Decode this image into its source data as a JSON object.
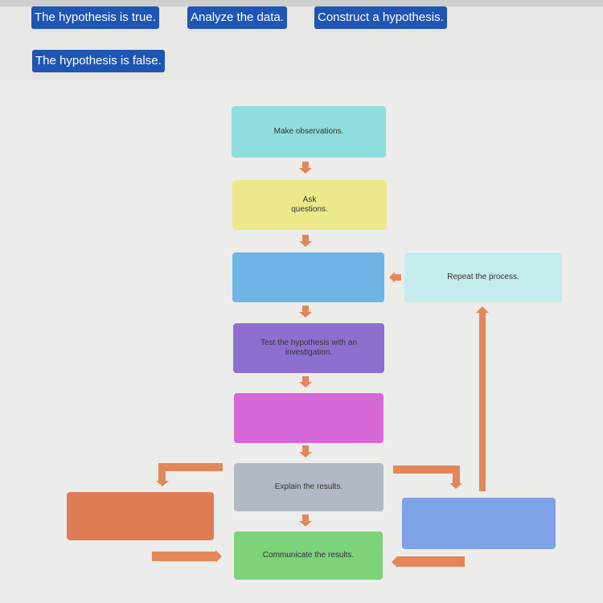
{
  "answer_choices": [
    {
      "label": "The hypothesis is true."
    },
    {
      "label": "Analyze the data."
    },
    {
      "label": "Construct a hypothesis."
    },
    {
      "label": "The hypothesis is false."
    }
  ],
  "flowchart": {
    "make_observations": "Make observations.",
    "ask_questions": "Ask questions.",
    "repeat_process": "Repeat the process.",
    "test_hypothesis": "Test the hypothesis with an investigation.",
    "explain_results": "Explain the results.",
    "communicate_results": "Communicate the results."
  },
  "colors": {
    "chip": "#1f56b3",
    "arrow": "#e2875a"
  }
}
